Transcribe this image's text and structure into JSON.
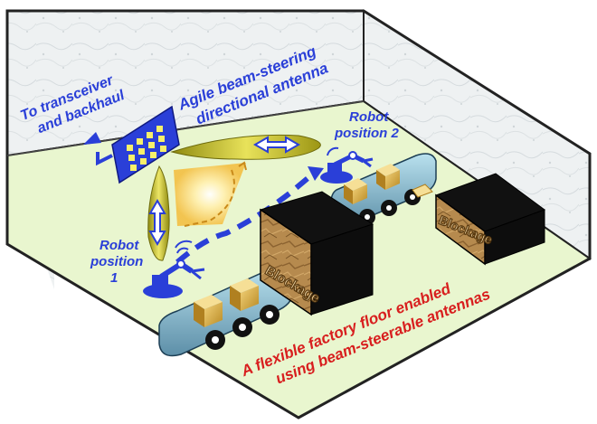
{
  "labels": {
    "transceiver": [
      "To transceiver",
      "and backhaul"
    ],
    "antenna": [
      "Agile beam-steering",
      "directional antenna"
    ],
    "robot1": [
      "Robot",
      "position",
      "1"
    ],
    "robot2": [
      "Robot",
      "position 2"
    ],
    "blockage1": "Blockage",
    "blockage2": "Blockage",
    "caption": [
      "A flexible factory floor enabled",
      "using beam-steerable antennas"
    ]
  },
  "colors": {
    "label_blue": "#2a3fd8",
    "caption_red": "#d81e1e",
    "floor": "#e9f6cf",
    "wall": "#eef1f2",
    "beam": "#c9c21c"
  }
}
